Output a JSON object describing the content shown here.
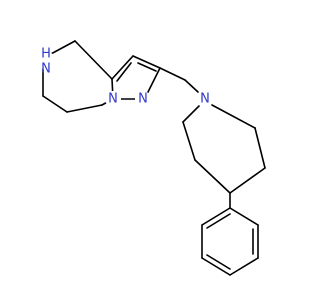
{
  "molecule": {
    "colors": {
      "bond": "#000000",
      "nitrogen": "#2f38c9",
      "background": "#ffffff"
    },
    "atoms": [
      {
        "id": "nh_ring",
        "element": "N",
        "label": "N",
        "hydrogen_label": "H"
      },
      {
        "id": "n_pyrazole_1",
        "element": "N",
        "label": "N"
      },
      {
        "id": "n_pyrazole_2",
        "element": "N",
        "label": "N"
      },
      {
        "id": "n_azepane",
        "element": "N",
        "label": "N"
      }
    ]
  }
}
